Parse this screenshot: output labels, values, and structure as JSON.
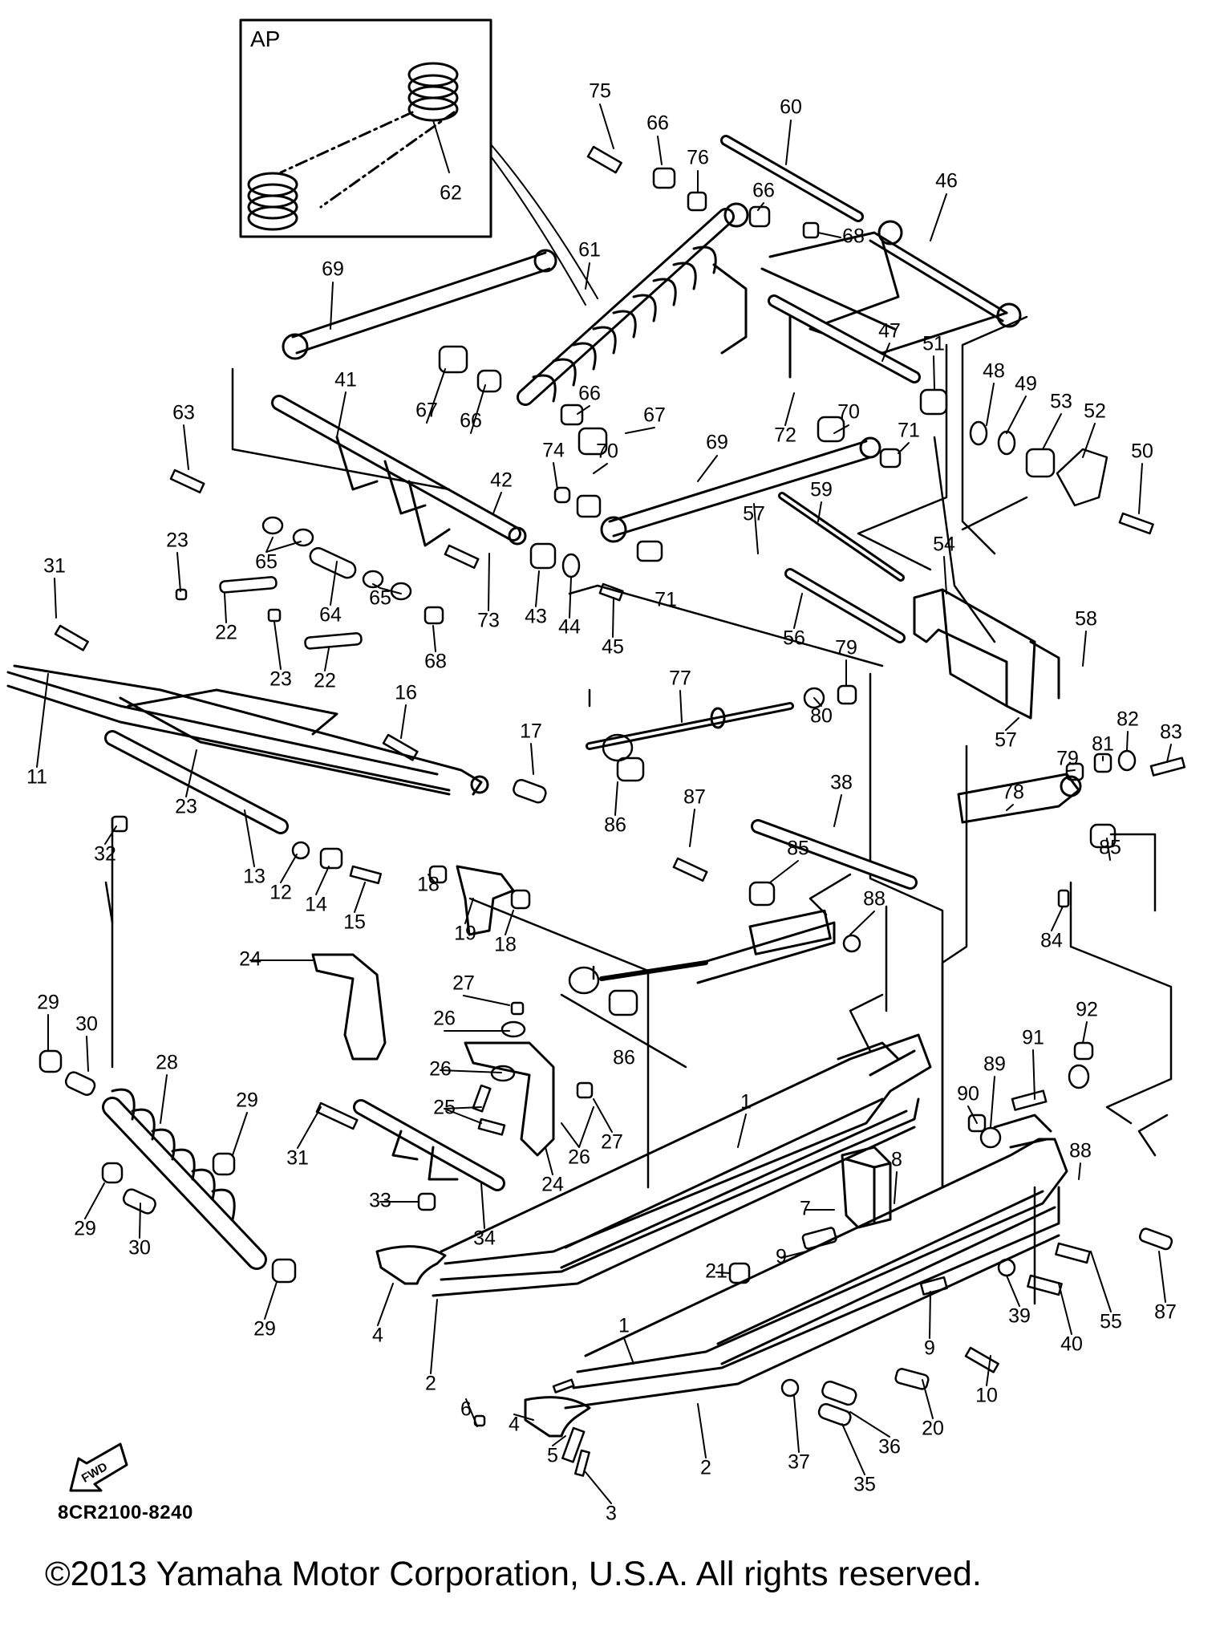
{
  "diagram": {
    "inset_label": "AP",
    "fwd_label": "FWD",
    "drawing_code": "8CR2100-8240",
    "copyright": "©2013 Yamaha Motor Corporation, U.S.A. All rights reserved.",
    "callouts": [
      {
        "n": "1",
        "p": [
          930,
          1375
        ]
      },
      {
        "n": "1",
        "p": [
          778,
          1654
        ]
      },
      {
        "n": "2",
        "p": [
          537,
          1726
        ]
      },
      {
        "n": "2",
        "p": [
          880,
          1831
        ]
      },
      {
        "n": "3",
        "p": [
          762,
          1888
        ]
      },
      {
        "n": "4",
        "p": [
          471,
          1666
        ]
      },
      {
        "n": "4",
        "p": [
          641,
          1777
        ]
      },
      {
        "n": "5",
        "p": [
          689,
          1816
        ]
      },
      {
        "n": "6",
        "p": [
          581,
          1758
        ]
      },
      {
        "n": "7",
        "p": [
          1004,
          1508
        ]
      },
      {
        "n": "8",
        "p": [
          1118,
          1447
        ]
      },
      {
        "n": "9",
        "p": [
          974,
          1568
        ]
      },
      {
        "n": "9",
        "p": [
          1159,
          1682
        ]
      },
      {
        "n": "10",
        "p": [
          1230,
          1741
        ]
      },
      {
        "n": "11",
        "p": [
          46,
          970
        ]
      },
      {
        "n": "12",
        "p": [
          350,
          1114
        ]
      },
      {
        "n": "13",
        "p": [
          317,
          1094
        ]
      },
      {
        "n": "14",
        "p": [
          394,
          1129
        ]
      },
      {
        "n": "15",
        "p": [
          442,
          1151
        ]
      },
      {
        "n": "16",
        "p": [
          506,
          865
        ]
      },
      {
        "n": "17",
        "p": [
          662,
          913
        ]
      },
      {
        "n": "18",
        "p": [
          534,
          1104
        ]
      },
      {
        "n": "18",
        "p": [
          630,
          1179
        ]
      },
      {
        "n": "19",
        "p": [
          580,
          1165
        ]
      },
      {
        "n": "20",
        "p": [
          1163,
          1782
        ]
      },
      {
        "n": "21",
        "p": [
          893,
          1586
        ]
      },
      {
        "n": "22",
        "p": [
          282,
          790
        ]
      },
      {
        "n": "22",
        "p": [
          405,
          850
        ]
      },
      {
        "n": "23",
        "p": [
          221,
          675
        ]
      },
      {
        "n": "23",
        "p": [
          350,
          848
        ]
      },
      {
        "n": "23",
        "p": [
          232,
          1007
        ]
      },
      {
        "n": "24",
        "p": [
          312,
          1197
        ]
      },
      {
        "n": "24",
        "p": [
          689,
          1478
        ]
      },
      {
        "n": "25",
        "p": [
          554,
          1382
        ]
      },
      {
        "n": "26",
        "p": [
          554,
          1271
        ]
      },
      {
        "n": "26",
        "p": [
          549,
          1334
        ]
      },
      {
        "n": "26",
        "p": [
          722,
          1444
        ]
      },
      {
        "n": "27",
        "p": [
          578,
          1227
        ]
      },
      {
        "n": "27",
        "p": [
          763,
          1425
        ]
      },
      {
        "n": "28",
        "p": [
          208,
          1326
        ]
      },
      {
        "n": "29",
        "p": [
          60,
          1251
        ]
      },
      {
        "n": "29",
        "p": [
          308,
          1373
        ]
      },
      {
        "n": "29",
        "p": [
          106,
          1533
        ]
      },
      {
        "n": "29",
        "p": [
          330,
          1658
        ]
      },
      {
        "n": "30",
        "p": [
          108,
          1278
        ]
      },
      {
        "n": "30",
        "p": [
          174,
          1557
        ]
      },
      {
        "n": "31",
        "p": [
          68,
          707
        ]
      },
      {
        "n": "31",
        "p": [
          371,
          1445
        ]
      },
      {
        "n": "32",
        "p": [
          131,
          1066
        ]
      },
      {
        "n": "33",
        "p": [
          474,
          1498
        ]
      },
      {
        "n": "34",
        "p": [
          604,
          1545
        ]
      },
      {
        "n": "35",
        "p": [
          1078,
          1852
        ]
      },
      {
        "n": "36",
        "p": [
          1109,
          1805
        ]
      },
      {
        "n": "37",
        "p": [
          996,
          1824
        ]
      },
      {
        "n": "38",
        "p": [
          1049,
          977
        ]
      },
      {
        "n": "39",
        "p": [
          1271,
          1642
        ]
      },
      {
        "n": "40",
        "p": [
          1336,
          1677
        ]
      },
      {
        "n": "41",
        "p": [
          431,
          475
        ]
      },
      {
        "n": "42",
        "p": [
          625,
          600
        ]
      },
      {
        "n": "43",
        "p": [
          668,
          770
        ]
      },
      {
        "n": "44",
        "p": [
          710,
          783
        ]
      },
      {
        "n": "45",
        "p": [
          764,
          808
        ]
      },
      {
        "n": "46",
        "p": [
          1180,
          227
        ]
      },
      {
        "n": "47",
        "p": [
          1109,
          414
        ]
      },
      {
        "n": "48",
        "p": [
          1239,
          464
        ]
      },
      {
        "n": "49",
        "p": [
          1279,
          480
        ]
      },
      {
        "n": "50",
        "p": [
          1424,
          564
        ]
      },
      {
        "n": "51",
        "p": [
          1164,
          430
        ]
      },
      {
        "n": "52",
        "p": [
          1365,
          514
        ]
      },
      {
        "n": "53",
        "p": [
          1323,
          502
        ]
      },
      {
        "n": "54",
        "p": [
          1177,
          680
        ]
      },
      {
        "n": "55",
        "p": [
          1385,
          1649
        ]
      },
      {
        "n": "56",
        "p": [
          990,
          797
        ]
      },
      {
        "n": "57",
        "p": [
          940,
          642
        ]
      },
      {
        "n": "57",
        "p": [
          1254,
          924
        ]
      },
      {
        "n": "58",
        "p": [
          1354,
          773
        ]
      },
      {
        "n": "59",
        "p": [
          1024,
          612
        ]
      },
      {
        "n": "60",
        "p": [
          986,
          135
        ]
      },
      {
        "n": "61",
        "p": [
          735,
          313
        ]
      },
      {
        "n": "62",
        "p": [
          562,
          242
        ]
      },
      {
        "n": "63",
        "p": [
          229,
          516
        ]
      },
      {
        "n": "64",
        "p": [
          412,
          768
        ]
      },
      {
        "n": "65",
        "p": [
          332,
          702
        ]
      },
      {
        "n": "65",
        "p": [
          474,
          747
        ]
      },
      {
        "n": "66",
        "p": [
          820,
          155
        ]
      },
      {
        "n": "66",
        "p": [
          952,
          239
        ]
      },
      {
        "n": "66",
        "p": [
          587,
          526
        ]
      },
      {
        "n": "66",
        "p": [
          735,
          492
        ]
      },
      {
        "n": "67",
        "p": [
          532,
          513
        ]
      },
      {
        "n": "67",
        "p": [
          816,
          519
        ]
      },
      {
        "n": "68",
        "p": [
          1064,
          296
        ]
      },
      {
        "n": "68",
        "p": [
          543,
          826
        ]
      },
      {
        "n": "69",
        "p": [
          415,
          337
        ]
      },
      {
        "n": "69",
        "p": [
          894,
          553
        ]
      },
      {
        "n": "70",
        "p": [
          1058,
          515
        ]
      },
      {
        "n": "70",
        "p": [
          757,
          564
        ]
      },
      {
        "n": "71",
        "p": [
          1133,
          538
        ]
      },
      {
        "n": "71",
        "p": [
          830,
          749
        ]
      },
      {
        "n": "72",
        "p": [
          979,
          544
        ]
      },
      {
        "n": "73",
        "p": [
          609,
          775
        ]
      },
      {
        "n": "74",
        "p": [
          690,
          563
        ]
      },
      {
        "n": "75",
        "p": [
          748,
          115
        ]
      },
      {
        "n": "76",
        "p": [
          870,
          198
        ]
      },
      {
        "n": "77",
        "p": [
          848,
          847
        ]
      },
      {
        "n": "78",
        "p": [
          1263,
          989
        ]
      },
      {
        "n": "79",
        "p": [
          1055,
          809
        ]
      },
      {
        "n": "79",
        "p": [
          1331,
          947
        ]
      },
      {
        "n": "80",
        "p": [
          1024,
          894
        ]
      },
      {
        "n": "81",
        "p": [
          1375,
          929
        ]
      },
      {
        "n": "82",
        "p": [
          1406,
          898
        ]
      },
      {
        "n": "83",
        "p": [
          1460,
          914
        ]
      },
      {
        "n": "84",
        "p": [
          1311,
          1174
        ]
      },
      {
        "n": "85",
        "p": [
          995,
          1059
        ]
      },
      {
        "n": "85",
        "p": [
          1384,
          1058
        ]
      },
      {
        "n": "86",
        "p": [
          767,
          1030
        ]
      },
      {
        "n": "86",
        "p": [
          778,
          1320
        ]
      },
      {
        "n": "87",
        "p": [
          866,
          995
        ]
      },
      {
        "n": "87",
        "p": [
          1453,
          1637
        ]
      },
      {
        "n": "88",
        "p": [
          1090,
          1122
        ]
      },
      {
        "n": "88",
        "p": [
          1347,
          1436
        ]
      },
      {
        "n": "89",
        "p": [
          1240,
          1328
        ]
      },
      {
        "n": "90",
        "p": [
          1207,
          1365
        ]
      },
      {
        "n": "91",
        "p": [
          1288,
          1295
        ]
      },
      {
        "n": "92",
        "p": [
          1355,
          1260
        ]
      }
    ]
  }
}
